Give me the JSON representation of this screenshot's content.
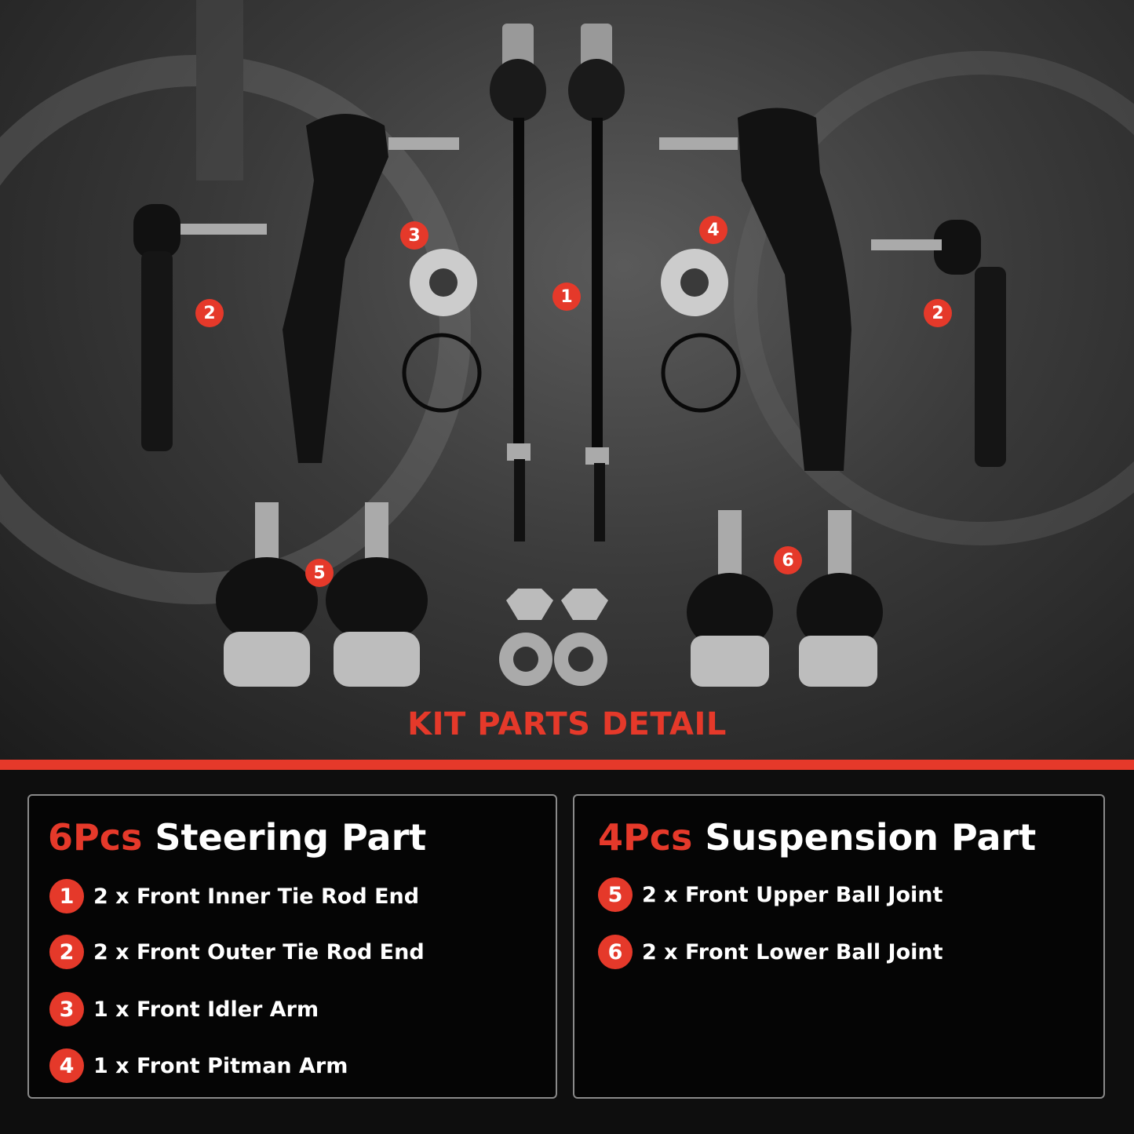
{
  "kit_title": "KIT PARTS DETAIL",
  "callouts": [
    "1",
    "2",
    "2",
    "3",
    "4",
    "5",
    "6"
  ],
  "colors": {
    "accent": "#e5392a",
    "panel_border": "#8a8a8a",
    "panel_bg": "#050505"
  },
  "steering": {
    "count": "6Pcs",
    "title": "Steering Part",
    "items": [
      {
        "num": "1",
        "text": "2 x Front Inner Tie Rod End"
      },
      {
        "num": "2",
        "text": "2 x Front Outer Tie Rod End"
      },
      {
        "num": "3",
        "text": "1 x Front Idler Arm"
      },
      {
        "num": "4",
        "text": "1 x Front Pitman Arm"
      }
    ]
  },
  "suspension": {
    "count": "4Pcs",
    "title": "Suspension Part",
    "items": [
      {
        "num": "5",
        "text": "2 x Front Upper Ball Joint"
      },
      {
        "num": "6",
        "text": "2 x Front Lower Ball Joint"
      }
    ]
  }
}
